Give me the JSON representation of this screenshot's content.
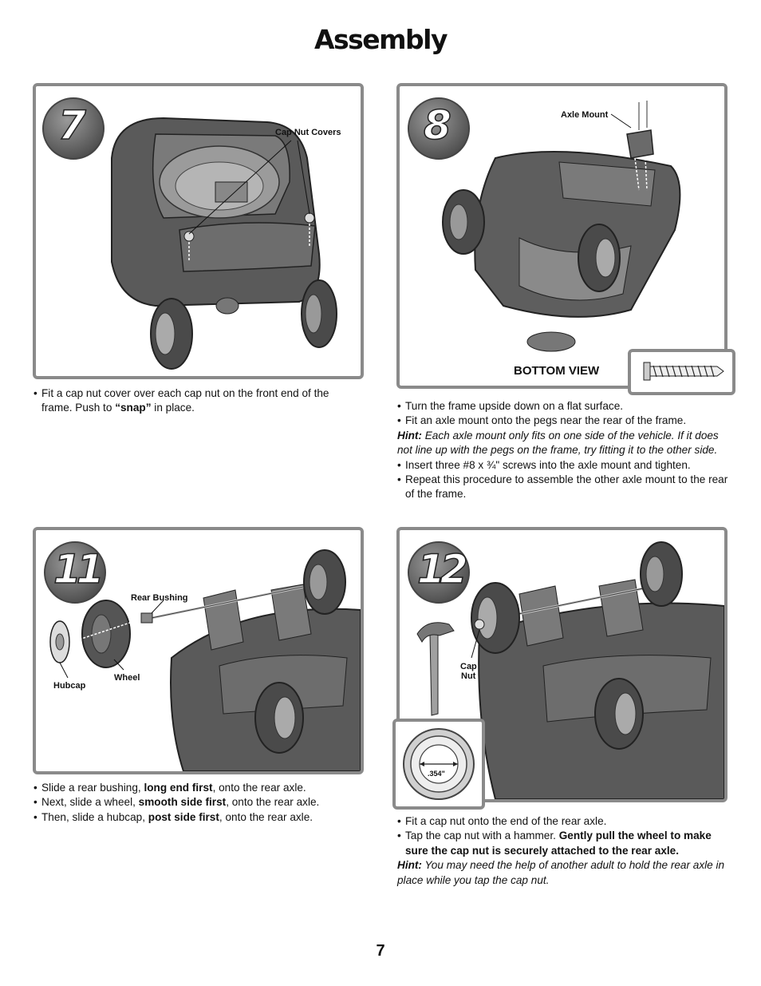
{
  "page": {
    "title": "Assembly",
    "page_number": "7"
  },
  "step7": {
    "number": "7",
    "label_cap_nut_covers": "Cap Nut Covers",
    "caption_1": "Fit a cap nut cover over each cap nut on the front end of the frame. Push to ",
    "caption_bold": "“snap”",
    "caption_2": " in place."
  },
  "step8": {
    "number": "8",
    "label_axle_mount": "Axle Mount",
    "bottom_view": "BOTTOM VIEW",
    "bullet_1": "Turn the frame upside down on a flat surface.",
    "bullet_2": "Fit an axle mount onto the pegs near the rear of the frame.",
    "hint_label": "Hint:",
    "hint_text": " Each axle mount only fits on one side of the vehicle. If it does not line up with the pegs on the frame, try fitting it to the other side.",
    "bullet_3": "Insert three #8 x ¾\" screws into the axle mount and tighten.",
    "bullet_4": "Repeat this procedure to assemble the other axle mount to the rear of the frame."
  },
  "step11": {
    "number": "11",
    "label_rear_bushing": "Rear Bushing",
    "label_wheel": "Wheel",
    "label_hubcap": "Hubcap",
    "b1_pre": "Slide a rear bushing, ",
    "b1_bold": "long end first",
    "b1_post": ", onto the rear axle.",
    "b2_pre": "Next, slide a wheel, ",
    "b2_bold": "smooth side first",
    "b2_post": ", onto the rear axle.",
    "b3_pre": "Then, slide a hubcap, ",
    "b3_bold": "post side first",
    "b3_post": ", onto the rear axle."
  },
  "step12": {
    "number": "12",
    "label_cap": "Cap",
    "label_nut": "Nut",
    "inset_measure": ".354\"",
    "b1": "Fit a cap nut onto the end of the rear axle.",
    "b2_pre": "Tap the cap nut with a hammer. ",
    "b2_bold": "Gently pull the wheel to make sure the cap nut is securely attached to the rear axle.",
    "hint_label": "Hint:",
    "hint_text": " You may need the help of another adult to hold the rear axle in place while you tap the cap nut."
  }
}
